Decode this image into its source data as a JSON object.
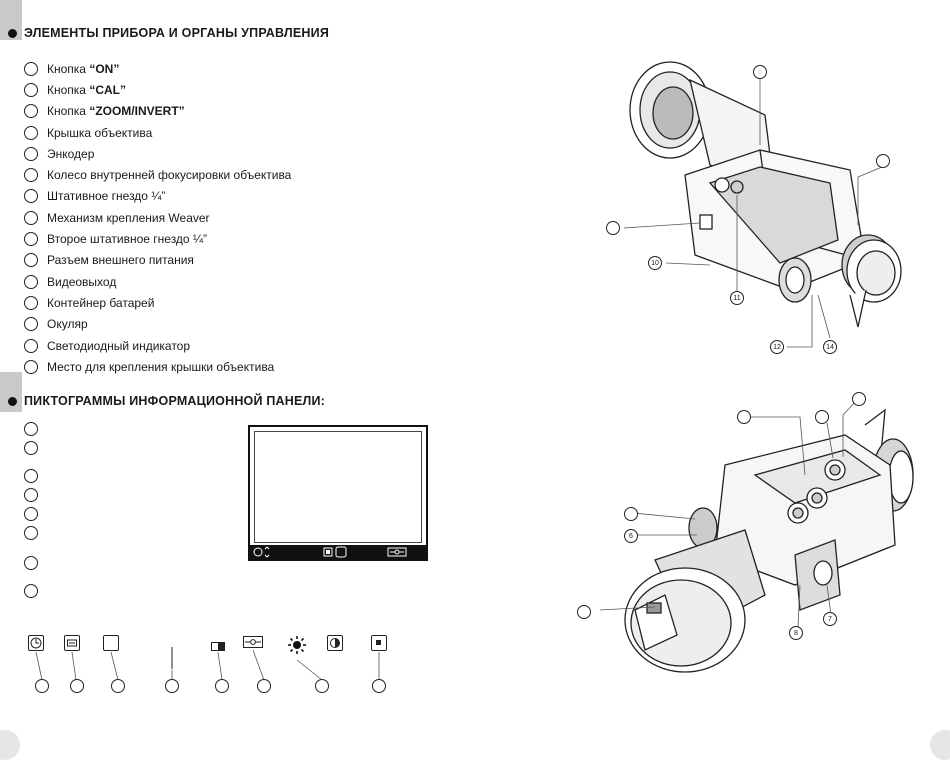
{
  "section1": {
    "title": "ЭЛЕМЕНТЫ ПРИБОРА И ОРГАНЫ УПРАВЛЕНИЯ"
  },
  "items": [
    {
      "prefix": "Кнопка ",
      "bold": "“ON”"
    },
    {
      "prefix": "Кнопка ",
      "bold": "“CAL”"
    },
    {
      "prefix": "Кнопка ",
      "bold": "“ZOOM/INVERT”"
    },
    {
      "prefix": "Крышка объектива",
      "bold": ""
    },
    {
      "prefix": "Энкодер",
      "bold": ""
    },
    {
      "prefix": "Колесо внутренней фокусировки объектива",
      "bold": ""
    },
    {
      "prefix": "Штативное гнездо ¼”",
      "bold": ""
    },
    {
      "prefix": "Механизм крепления Weaver",
      "bold": ""
    },
    {
      "prefix": "Второе штативное гнездо ¼”",
      "bold": ""
    },
    {
      "prefix": "Разъем внешнего питания",
      "bold": ""
    },
    {
      "prefix": "Видеовыход",
      "bold": ""
    },
    {
      "prefix": "Контейнер батарей",
      "bold": ""
    },
    {
      "prefix": "Окуляр",
      "bold": ""
    },
    {
      "prefix": "Светодиодный индикатор",
      "bold": ""
    },
    {
      "prefix": "Место для крепления крышки объектива",
      "bold": ""
    }
  ],
  "section2": {
    "title": "ПИКТОГРАММЫ ИНФОРМАЦИОННОЙ ПАНЕЛИ:"
  },
  "callouts_top": {
    "n10": "10",
    "n11": "11",
    "n12": "12",
    "n14": "14"
  },
  "callouts_bottom": {
    "n6": "6",
    "n7": "7",
    "n8": "8"
  },
  "icons": [
    "clock-icon",
    "display-mode-icon",
    "blank-box-icon",
    "battery-icon",
    "zoom-icon",
    "brightness-icon",
    "contrast-icon",
    "stop-icon"
  ]
}
